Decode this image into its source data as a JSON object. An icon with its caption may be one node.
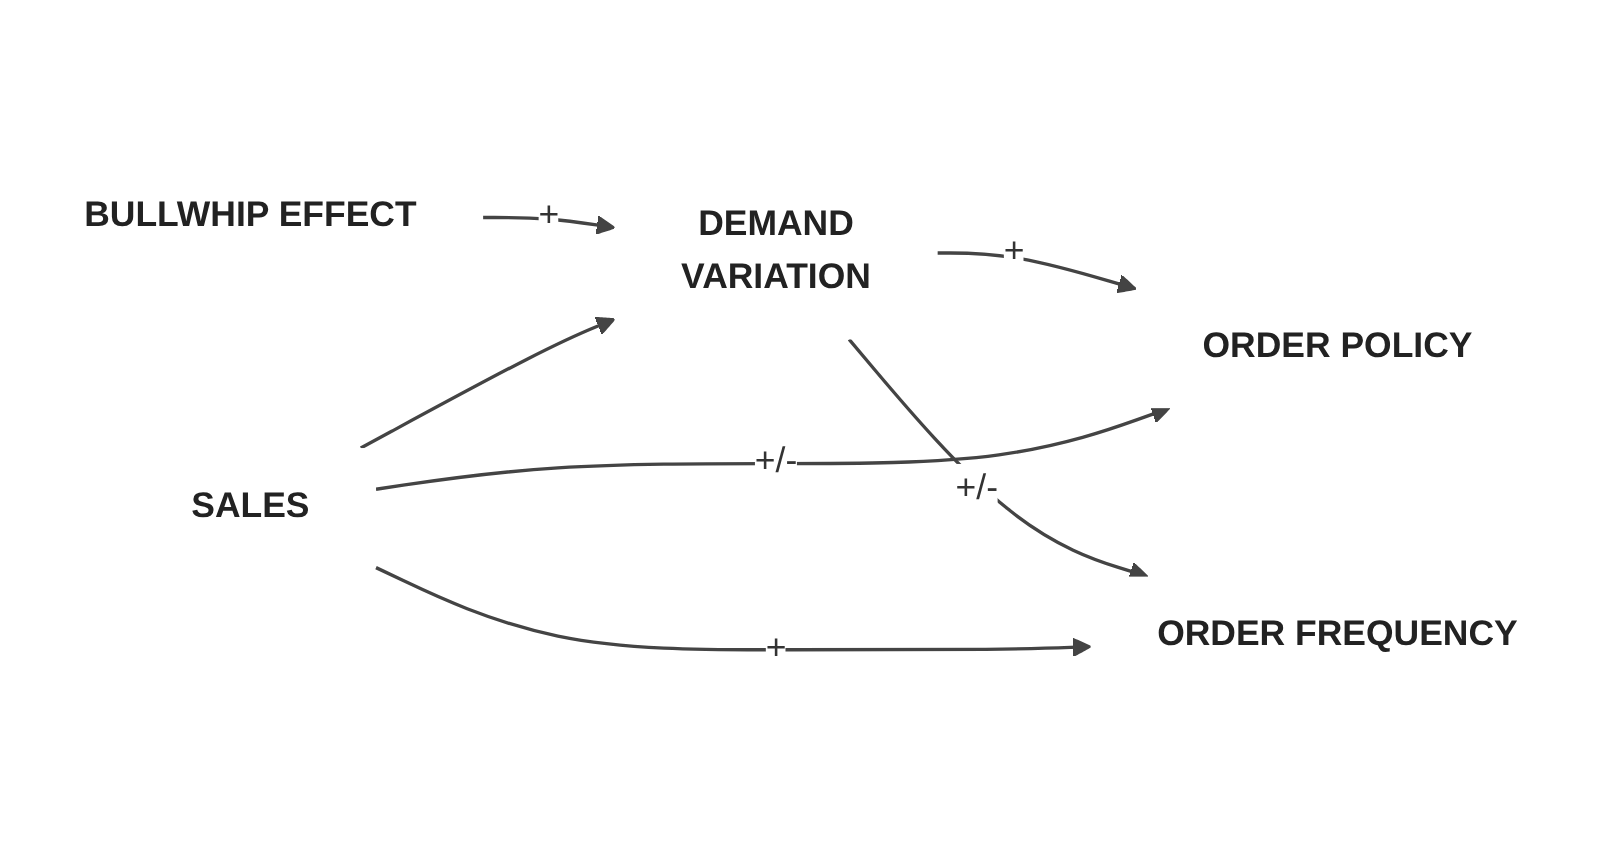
{
  "diagram": {
    "nodes": [
      {
        "text": [
          "BULLWHIP EFFECT"
        ]
      },
      {
        "text": [
          "DEMAND",
          "VARIATION"
        ]
      },
      {
        "text": [
          "ORDER POLICY"
        ]
      },
      {
        "text": [
          "ORDER FREQUENCY"
        ]
      },
      {
        "text": [
          "SALES"
        ]
      }
    ],
    "edges": [
      {
        "from": 0,
        "to": 1,
        "arrow": "to",
        "label": "+"
      },
      {
        "from": 1,
        "to": 2,
        "arrow": "to",
        "label": "+"
      },
      {
        "from": 4,
        "to": 2,
        "arrow": "to",
        "label": "+/-"
      },
      {
        "from": 1,
        "to": 3,
        "arrow": "to",
        "label": "+/-"
      },
      {
        "from": 4,
        "to": 3,
        "arrow": "to",
        "label": "+"
      },
      {
        "from": 4,
        "to": 1,
        "arrow": "to"
      }
    ]
  }
}
